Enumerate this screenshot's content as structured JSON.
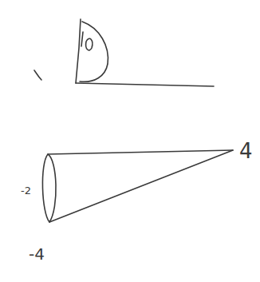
{
  "diagram": {
    "labels": [
      "-2",
      "4",
      "-4"
    ]
  }
}
